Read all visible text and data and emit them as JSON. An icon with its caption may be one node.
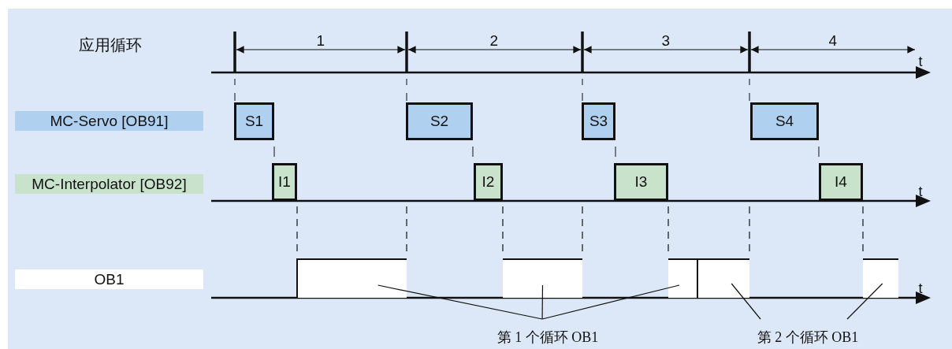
{
  "diagram": {
    "nodes": [
      {
        "text": [
          "MC-Servo [OB91]"
        ]
      },
      {
        "text": [
          "S1"
        ]
      },
      {
        "text": [
          "S2"
        ]
      },
      {
        "text": [
          "S3"
        ]
      },
      {
        "text": [
          "S4"
        ]
      },
      {
        "text": [
          "MC-Interpolator [OB92]"
        ]
      },
      {
        "text": [
          "I1"
        ]
      },
      {
        "text": [
          "I2"
        ]
      },
      {
        "text": [
          "I3"
        ]
      },
      {
        "text": [
          "I4"
        ]
      },
      {
        "text": [
          "OB1"
        ]
      },
      {
        "text": [],
        "shape": "box"
      },
      {
        "text": [],
        "shape": "box"
      },
      {
        "text": [],
        "shape": "box"
      },
      {
        "text": [],
        "shape": "box"
      },
      {
        "text": [],
        "shape": "box"
      },
      {
        "text": [
          "第 1 个循环 OB1"
        ]
      },
      {
        "text": [
          "第 2 个循环 OB1"
        ]
      }
    ],
    "edges": [
      {
        "from": 16,
        "to": 11,
        "arrow": "none"
      },
      {
        "from": 16,
        "to": 12,
        "arrow": "none"
      },
      {
        "from": 16,
        "to": 13,
        "arrow": "none"
      },
      {
        "from": 17,
        "to": 14,
        "arrow": "none"
      },
      {
        "from": 17,
        "to": 15,
        "arrow": "none"
      }
    ],
    "labels": [
      "应用循环",
      "1",
      "2",
      "3",
      "4",
      "t",
      "t",
      "t"
    ]
  }
}
